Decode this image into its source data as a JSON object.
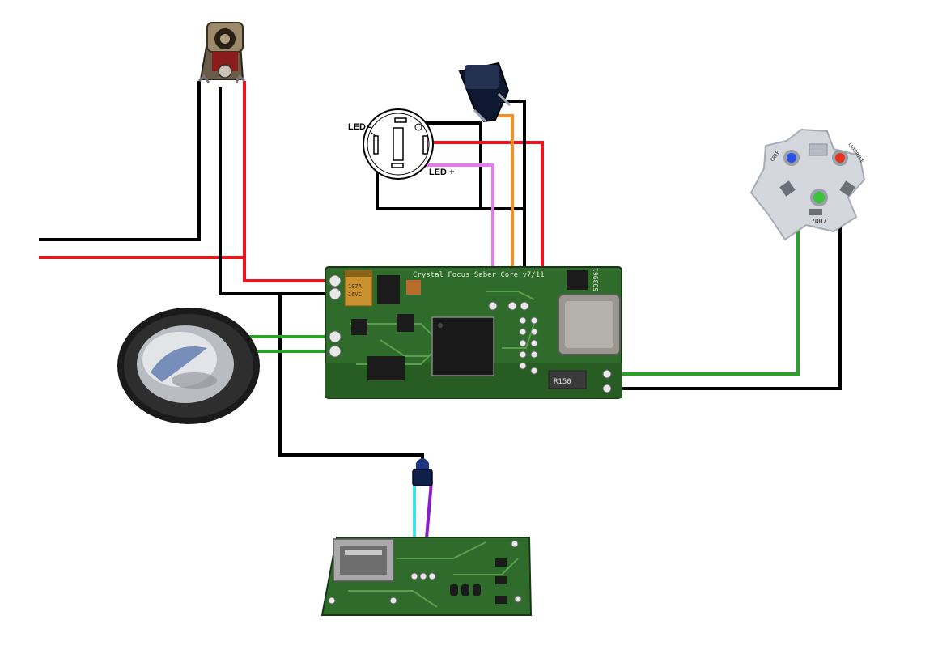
{
  "labels": {
    "led_minus": "LED -",
    "led_plus": "LED +",
    "board_title": "Crystal Focus Saber Core v7/11",
    "board_serial": "593961",
    "capacitor_value_1": "107A",
    "capacitor_value_2": "16VC",
    "resistor_code": "R150",
    "led_star_text": "7007",
    "led_star_left": "CREE",
    "led_star_right": "LUXDRIVE"
  },
  "colors": {
    "wire_black": "#000000",
    "wire_red": "#e8141e",
    "wire_green": "#2e9e2a",
    "wire_orange": "#f0902a",
    "wire_pink": "#e07ee6",
    "wire_cyan": "#3fe0e6",
    "wire_purple": "#8a1fc8",
    "pcb_green": "#2f6b2a",
    "led_blue": "#2b4ee6",
    "led_red": "#e8341e",
    "led_green": "#3bc43a"
  },
  "components": [
    {
      "name": "dc-jack",
      "icon": "barrel-jack-icon"
    },
    {
      "name": "tactile-switch",
      "icon": "push-button-icon"
    },
    {
      "name": "led-switch",
      "icon": "led-switch-icon"
    },
    {
      "name": "rgb-led-star",
      "icon": "rgb-led-icon"
    },
    {
      "name": "speaker",
      "icon": "speaker-icon"
    },
    {
      "name": "sound-board",
      "icon": "pcb-icon"
    },
    {
      "name": "sd-card-board",
      "icon": "pcb-icon"
    },
    {
      "name": "accent-led",
      "icon": "led-icon"
    }
  ]
}
